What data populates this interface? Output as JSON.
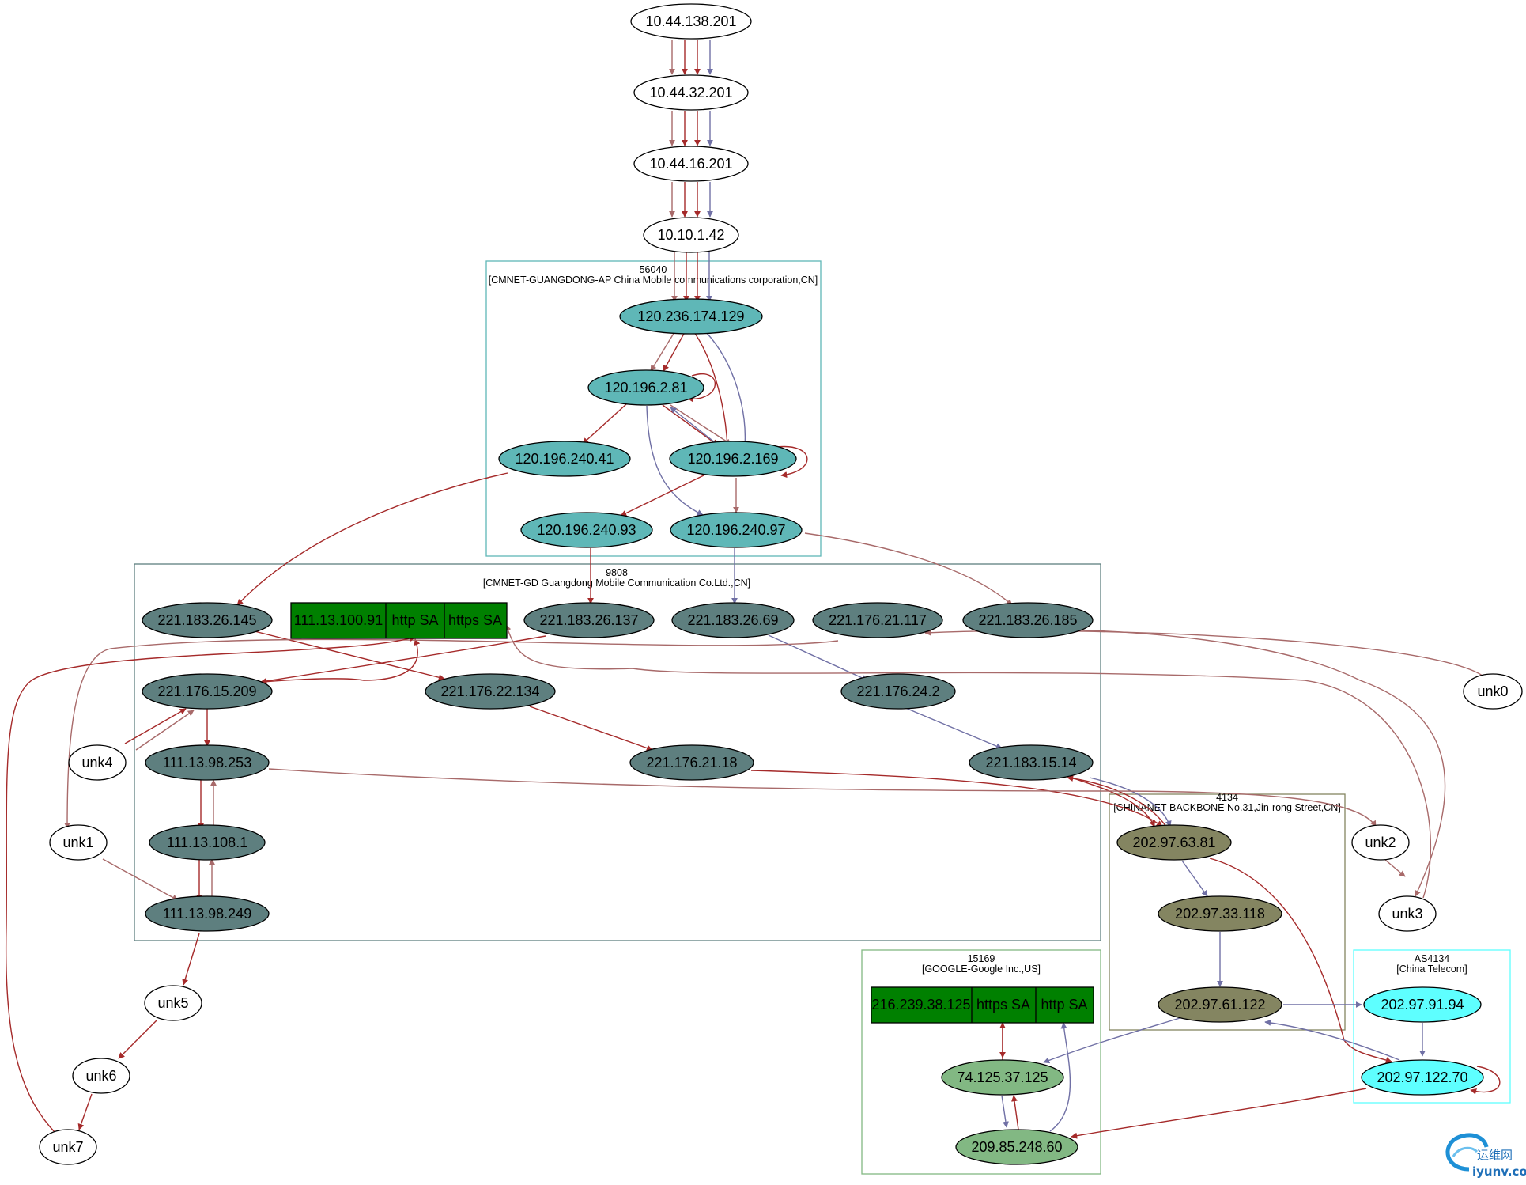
{
  "colors": {
    "as56040_node": "#5fb7b7",
    "as9808_node": "#5e7f7f",
    "as4134_node": "#848561",
    "as4134ct_node": "#5effff",
    "as15169_node": "#82b883",
    "service_box": "#008000",
    "edge_red": "#a52a2a",
    "edge_rose": "#a86a6a",
    "edge_blue": "#7070a5",
    "cluster_56040": "#5fb7b7",
    "cluster_9808": "#5e7f7f",
    "cluster_4134": "#848561",
    "cluster_as4134": "#5effff",
    "cluster_15169": "#82b883"
  },
  "clusters": [
    {
      "id": "c56040",
      "line1": "56040",
      "line2": "[CMNET-GUANGDONG-AP China Mobile communications corporation,CN]"
    },
    {
      "id": "c9808",
      "line1": "9808",
      "line2": "[CMNET-GD Guangdong Mobile Communication Co.Ltd.,CN]"
    },
    {
      "id": "c4134",
      "line1": "4134",
      "line2": "[CHINANET-BACKBONE No.31,Jin-rong Street,CN]"
    },
    {
      "id": "cas4134",
      "line1": "AS4134",
      "line2": "[China Telecom]"
    },
    {
      "id": "c15169",
      "line1": "15169",
      "line2": "[GOOGLE-Google Inc.,US]"
    }
  ],
  "nodes": [
    {
      "id": "n0",
      "label": "10.44.138.201",
      "group": "plain"
    },
    {
      "id": "n1",
      "label": "10.44.32.201",
      "group": "plain"
    },
    {
      "id": "n2",
      "label": "10.44.16.201",
      "group": "plain"
    },
    {
      "id": "n3",
      "label": "10.10.1.42",
      "group": "plain"
    },
    {
      "id": "n4",
      "label": "120.236.174.129",
      "group": "as56040"
    },
    {
      "id": "n5",
      "label": "120.196.2.81",
      "group": "as56040"
    },
    {
      "id": "n6",
      "label": "120.196.240.41",
      "group": "as56040"
    },
    {
      "id": "n7",
      "label": "120.196.2.169",
      "group": "as56040"
    },
    {
      "id": "n8",
      "label": "120.196.240.93",
      "group": "as56040"
    },
    {
      "id": "n9",
      "label": "120.196.240.97",
      "group": "as56040"
    },
    {
      "id": "n10",
      "label": "221.183.26.145",
      "group": "as9808"
    },
    {
      "id": "n11",
      "label": "221.183.26.137",
      "group": "as9808"
    },
    {
      "id": "n12",
      "label": "221.183.26.69",
      "group": "as9808"
    },
    {
      "id": "n13",
      "label": "221.176.21.117",
      "group": "as9808"
    },
    {
      "id": "n14",
      "label": "221.183.26.185",
      "group": "as9808"
    },
    {
      "id": "n15",
      "label": "221.176.15.209",
      "group": "as9808"
    },
    {
      "id": "n16",
      "label": "221.176.22.134",
      "group": "as9808"
    },
    {
      "id": "n17",
      "label": "221.176.24.2",
      "group": "as9808"
    },
    {
      "id": "n18",
      "label": "111.13.98.253",
      "group": "as9808"
    },
    {
      "id": "n19",
      "label": "221.176.21.18",
      "group": "as9808"
    },
    {
      "id": "n20",
      "label": "221.183.15.14",
      "group": "as9808"
    },
    {
      "id": "n21",
      "label": "111.13.108.1",
      "group": "as9808"
    },
    {
      "id": "n22",
      "label": "111.13.98.249",
      "group": "as9808"
    },
    {
      "id": "n23",
      "label": "202.97.63.81",
      "group": "as4134"
    },
    {
      "id": "n24",
      "label": "202.97.33.118",
      "group": "as4134"
    },
    {
      "id": "n25",
      "label": "202.97.61.122",
      "group": "as4134"
    },
    {
      "id": "n26",
      "label": "202.97.91.94",
      "group": "as4134ct"
    },
    {
      "id": "n27",
      "label": "202.97.122.70",
      "group": "as4134ct"
    },
    {
      "id": "n28",
      "label": "74.125.37.125",
      "group": "as15169"
    },
    {
      "id": "n29",
      "label": "209.85.248.60",
      "group": "as15169"
    },
    {
      "id": "u0",
      "label": "unk0",
      "group": "plain"
    },
    {
      "id": "u1",
      "label": "unk1",
      "group": "plain"
    },
    {
      "id": "u2",
      "label": "unk2",
      "group": "plain"
    },
    {
      "id": "u3",
      "label": "unk3",
      "group": "plain"
    },
    {
      "id": "u4",
      "label": "unk4",
      "group": "plain"
    },
    {
      "id": "u5",
      "label": "unk5",
      "group": "plain"
    },
    {
      "id": "u6",
      "label": "unk6",
      "group": "plain"
    },
    {
      "id": "u7",
      "label": "unk7",
      "group": "plain"
    }
  ],
  "records": [
    {
      "id": "r0",
      "fields": [
        "111.13.100.91",
        "http SA",
        "https SA"
      ]
    },
    {
      "id": "r1",
      "fields": [
        "216.239.38.125",
        "https SA",
        "http SA"
      ]
    }
  ],
  "watermark": {
    "cn": "运维网",
    "en": "iyunv.com"
  }
}
